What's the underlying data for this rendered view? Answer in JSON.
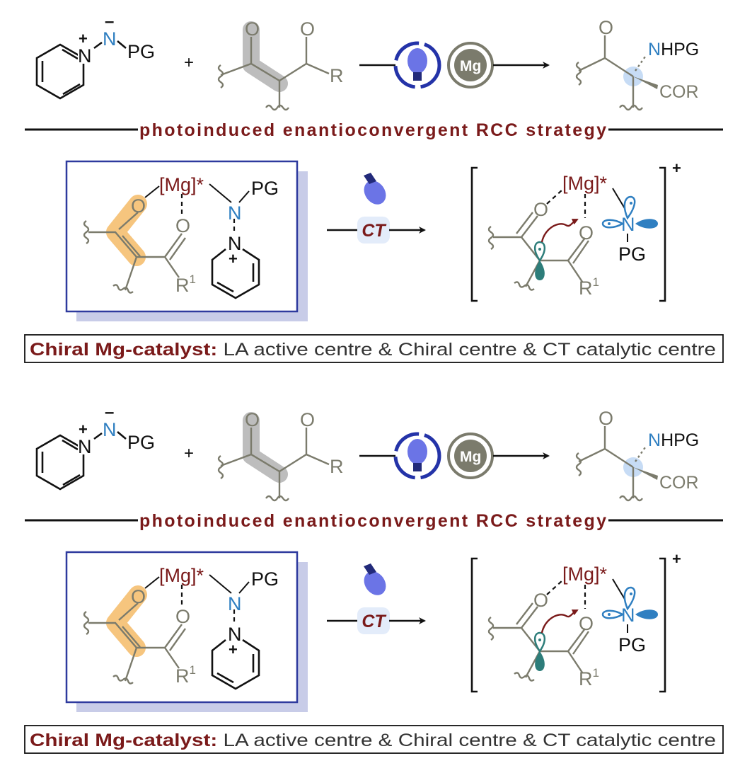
{
  "colors": {
    "brand_red": "#7a1a1a",
    "nitrogen_blue": "#2f7fc1",
    "box_blue": "#2e3a9e",
    "highlight_orange": "#f6c57e",
    "orbital_teal": "#2d7d7a",
    "skeleton_gray": "#7b7b6c"
  },
  "panels": [
    {
      "reagent": {
        "n_plus_label": "N",
        "plus_charge": "+",
        "n_minus_label": "N",
        "minus_charge": "–",
        "pg": "PG"
      },
      "plus_sign": "+",
      "substrate": {
        "o1": "O",
        "o2": "O",
        "r": "R"
      },
      "catalyst": {
        "light_icon": "lightbulb-icon",
        "mg": "Mg"
      },
      "product": {
        "o": "O",
        "n": "N",
        "hpg": "HPG",
        "cor": "COR"
      },
      "strategy": "photoinduced enantioconvergent RCC strategy",
      "complex": {
        "mg": "[Mg]*",
        "o1": "O",
        "o2": "O",
        "n_amide": "N",
        "pg": "PG",
        "n_pyr": "N",
        "pyr_charge": "+",
        "r": "R",
        "r_sup": "1"
      },
      "ct": "CT",
      "intermediate": {
        "mg": "[Mg]*",
        "o1": "O",
        "o2": "O",
        "n": "N",
        "pg": "PG",
        "r": "R",
        "r_sup": "1",
        "charge": "+"
      },
      "caption": {
        "bold": "Chiral Mg-catalyst:",
        "rest": " LA active centre & Chiral centre & CT catalytic centre"
      }
    },
    {
      "reagent": {
        "n_plus_label": "N",
        "plus_charge": "+",
        "n_minus_label": "N",
        "minus_charge": "–",
        "pg": "PG"
      },
      "plus_sign": "+",
      "substrate": {
        "o1": "O",
        "o2": "O",
        "r": "R"
      },
      "catalyst": {
        "light_icon": "lightbulb-icon",
        "mg": "Mg"
      },
      "product": {
        "o": "O",
        "n": "N",
        "hpg": "HPG",
        "cor": "COR"
      },
      "strategy": "photoinduced enantioconvergent RCC strategy",
      "complex": {
        "mg": "[Mg]*",
        "o1": "O",
        "o2": "O",
        "n_amide": "N",
        "pg": "PG",
        "n_pyr": "N",
        "pyr_charge": "+",
        "r": "R",
        "r_sup": "1"
      },
      "ct": "CT",
      "intermediate": {
        "mg": "[Mg]*",
        "o1": "O",
        "o2": "O",
        "n": "N",
        "pg": "PG",
        "r": "R",
        "r_sup": "1",
        "charge": "+"
      },
      "caption": {
        "bold": "Chiral Mg-catalyst:",
        "rest": " LA active centre & Chiral centre & CT catalytic centre"
      }
    }
  ]
}
